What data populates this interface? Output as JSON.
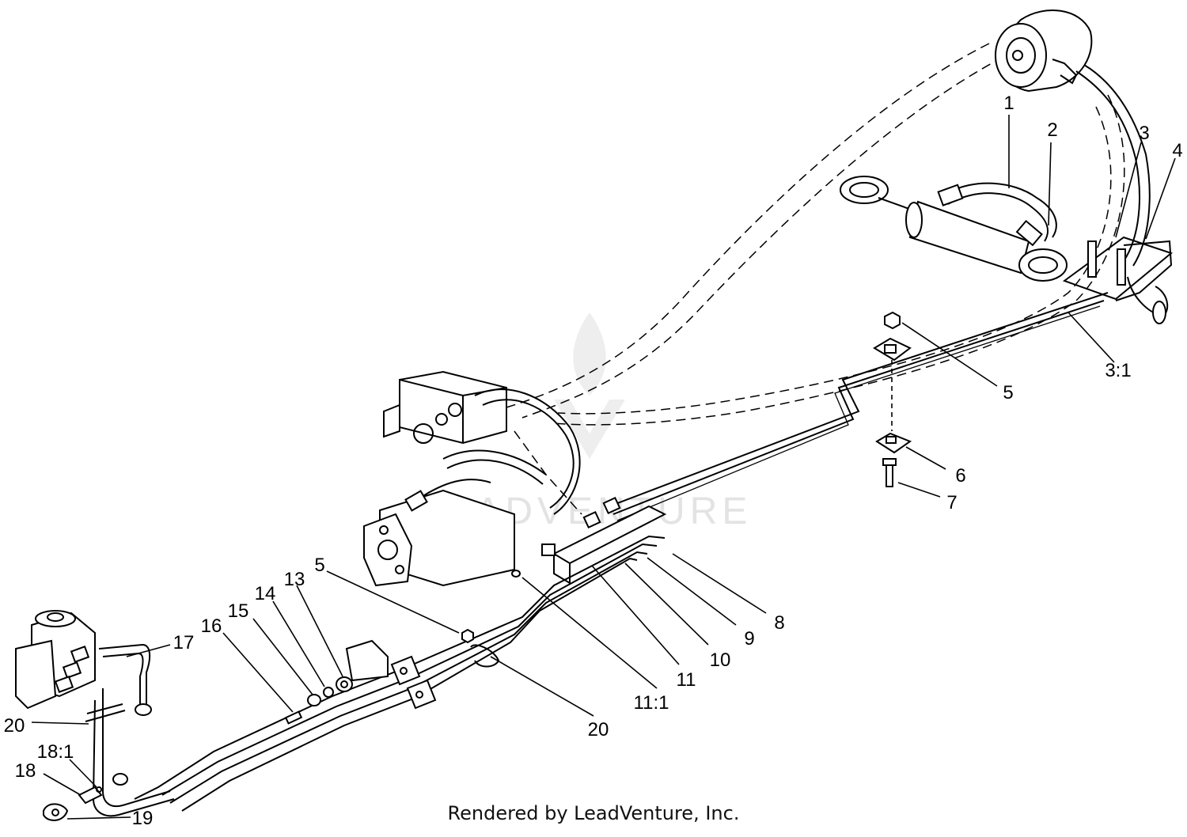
{
  "diagram": {
    "callouts": [
      "1",
      "2",
      "3",
      "4",
      "5",
      "3:1",
      "6",
      "7",
      "8",
      "9",
      "10",
      "11",
      "11:1",
      "5",
      "13",
      "14",
      "15",
      "16",
      "17",
      "20",
      "20",
      "18:1",
      "18",
      "19"
    ],
    "footer": "Rendered by LeadVenture, Inc.",
    "watermark": "LEADVENTURE"
  }
}
